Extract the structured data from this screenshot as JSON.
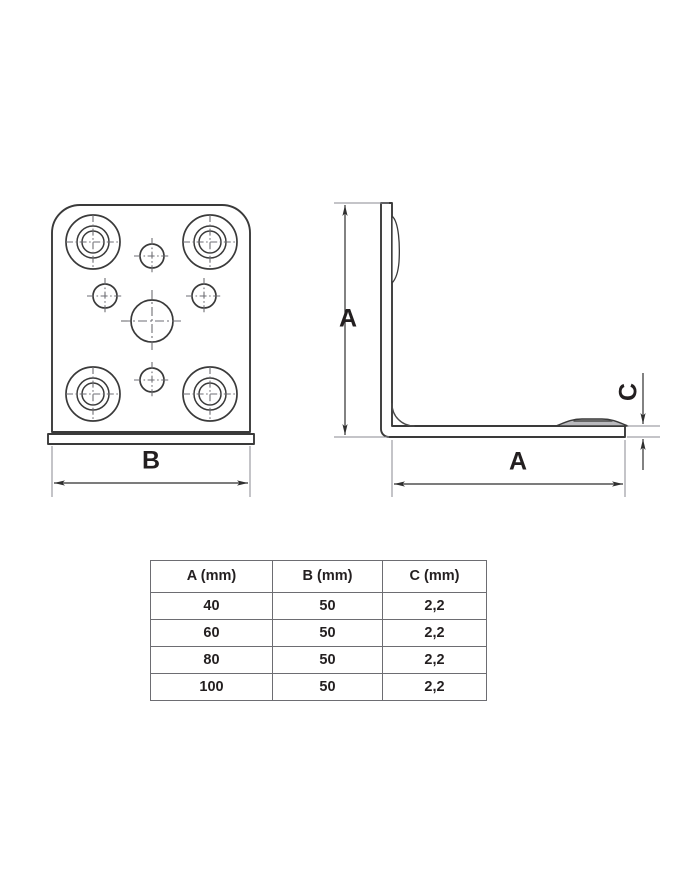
{
  "document": {
    "type": "technical-drawing",
    "subject": "L-shaped angle bracket",
    "background_color": "#ffffff",
    "line_color": "#3a3a3a"
  },
  "views": {
    "front": {
      "name": "front-view",
      "description": "Front face of bracket plate with rounded top corners, four large countersunk corner holes, four small holes, one central hole and a bottom flange edge"
    },
    "side": {
      "name": "side-view",
      "description": "L-profile side view showing vertical leg, rounded elbow and horizontal leg with embossed stiffening dimples"
    }
  },
  "dimensions": {
    "front_width": {
      "label": "B",
      "name": "dimension-b"
    },
    "side_height": {
      "label": "A",
      "name": "dimension-a-vertical"
    },
    "side_length": {
      "label": "A",
      "name": "dimension-a-horizontal"
    },
    "thickness": {
      "label": "C",
      "name": "dimension-c"
    }
  },
  "table": {
    "name": "specification-table",
    "headers": [
      "A (mm)",
      "B (mm)",
      "C (mm)"
    ],
    "rows": [
      [
        "40",
        "50",
        "2,2"
      ],
      [
        "60",
        "50",
        "2,2"
      ],
      [
        "80",
        "50",
        "2,2"
      ],
      [
        "100",
        "50",
        "2,2"
      ]
    ]
  },
  "chart_data": {
    "type": "table",
    "title": "",
    "columns": [
      "A (mm)",
      "B (mm)",
      "C (mm)"
    ],
    "rows": [
      {
        "A": 40,
        "B": 50,
        "C": 2.2
      },
      {
        "A": 60,
        "B": 50,
        "C": 2.2
      },
      {
        "A": 80,
        "B": 50,
        "C": 2.2
      },
      {
        "A": 100,
        "B": 50,
        "C": 2.2
      }
    ]
  }
}
